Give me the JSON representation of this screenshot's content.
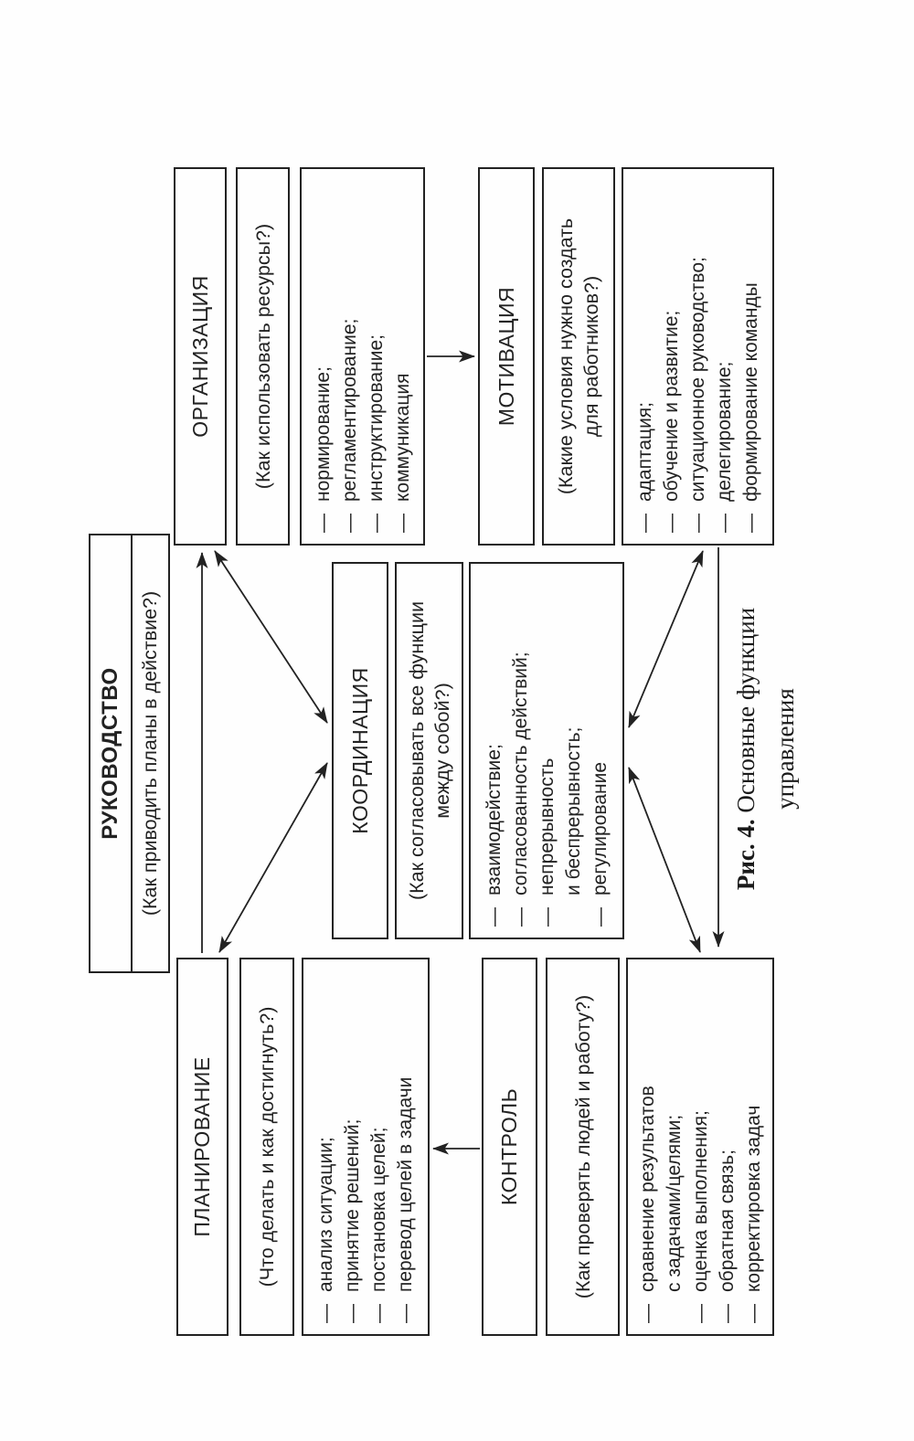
{
  "colors": {
    "ink": "#222222",
    "paper": "#fefefe"
  },
  "ui": {
    "dash": "—"
  },
  "leadership": {
    "title": "РУКОВОДСТВО",
    "subtitle": "(Как приводить планы в действие?)"
  },
  "planning": {
    "title": "ПЛАНИРОВАНИЕ",
    "subtitle": "(Что делать и как достигнуть?)",
    "items": [
      "анализ ситуации;",
      "принятие решений;",
      "постановка целей;",
      "перевод целей в задачи"
    ]
  },
  "organization": {
    "title": "ОРГАНИЗАЦИЯ",
    "subtitle": "(Как использовать ресурсы?)",
    "items": [
      "нормирование;",
      "регламентирование;",
      "инструктирование;",
      "коммуникация"
    ]
  },
  "coordination": {
    "title": "КООРДИНАЦИЯ",
    "subtitle": "(Как согласовывать все функции\nмежду собой?)",
    "items": [
      "взаимодействие;",
      "согласованность действий;",
      "непрерывность\nи беспрерывность;",
      "регулирование"
    ]
  },
  "control": {
    "title": "КОНТРОЛЬ",
    "subtitle": "(Как проверять людей и работу?)",
    "items": [
      "сравнение результатов\nс задачами/целями;",
      "оценка выполнения;",
      "обратная связь;",
      "корректировка задач"
    ]
  },
  "motivation": {
    "title": "МОТИВАЦИЯ",
    "subtitle": "(Какие условия нужно создать\nдля работников?)",
    "items": [
      "адаптация;",
      "обучение и развитие;",
      "ситуационное руководство;",
      "делегирование;",
      "формирование команды"
    ]
  },
  "caption": {
    "label": "Рис. 4.",
    "text": "Основные функции\nуправления"
  }
}
